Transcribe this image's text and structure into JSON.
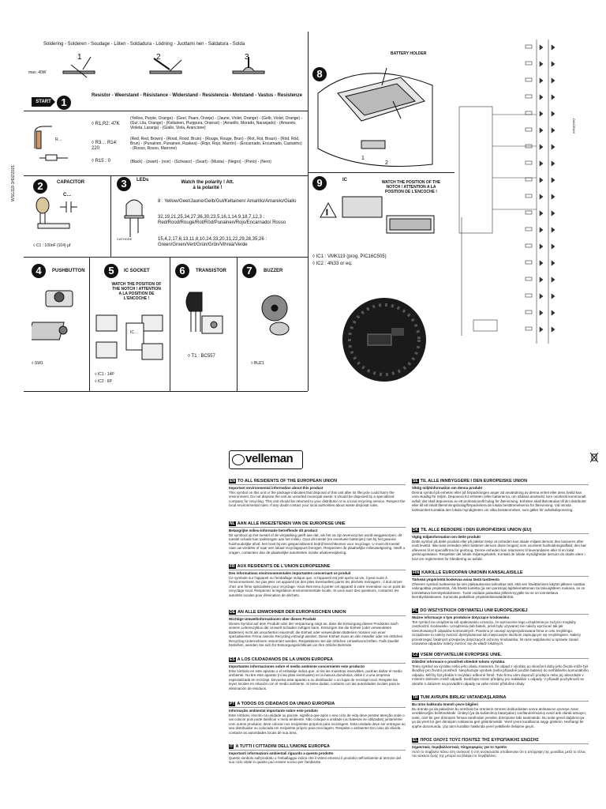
{
  "soldering": {
    "title": "Soldering - Solderen - Soudage - Löten - Soldadura - Lödning - Juottami nen - Saldatura - Solda",
    "max_label": "max. 40W",
    "steps": [
      "1",
      "2",
      "3"
    ]
  },
  "start_label": "START",
  "step1": {
    "num": "1",
    "heading": "Resistor - Weerstand - Résistance - Widerstand - Resistencia - Motstand - Vastus - Resistenze",
    "items": [
      {
        "ref": "◊ R1,R2: 47K",
        "colors": "(Yellow, Purple, Orange) - (Geel, Paars, Oranje) - (Jaune, Violet, Orange) - (Gelb, Violet, Orange) - (Gul, Lila, Orange) - (Keltainen, Purppura, Oranssi) - (Amarillo, Morado, Naranjado) - (Amarelo, Violeta, Laranja) - (Giallo, Viola, Arancione)"
      },
      {
        "ref": "◊ R3… R14: 220",
        "colors": "(Red, Red, Brown) - (Rood, Rood, Bruin) - (Rouge, Rouge, Brun) - (Rot, Rot, Braun) - (Röd, Röd, Brun) - (Punainen, Punainen, Ruskea) - (Rojo, Rojo, Marrón) - (Encarnado, Encarnado, Castanho) - (Rosso, Rosso, Marrone)"
      },
      {
        "ref": "◊ R15 : 0",
        "colors": "(Black) - (zwart) - (noir) - (Schwarz) - (Svart) - (Musta) - (Negro) - (Preto) - (Nero)"
      }
    ]
  },
  "step2": {
    "num": "2",
    "title": "CAPACITOR",
    "symbol": "C…",
    "ref": "◊ C1 : 100nF (104) µf"
  },
  "step3": {
    "num": "3",
    "title": "LEDs",
    "polarity": "Watch the polarity ! Att. à la polarité !",
    "cathode": "CATHODE",
    "group0": "8 : Yellow/Geel/Jaune/Gelb/Gul/Keltainen/ Amarillo/Amarelo/Giallo",
    "group1": "32,19,21,25,34,27,36,30,23,5,16,1,14,9,18,7,12,3 : Red/Rood/Rouge/Rot/Röd/Punainen/Rojo/Encarnado/ Rosso",
    "group2": "15,4,2,17,6,13,11,8,10,24,33,20,31,22,29,28,35,26 : Green/Groen/Vert/Grün/Grön/Vihreä/Verde"
  },
  "step4": {
    "num": "4",
    "title": "PUSHBUTTON",
    "ref": "◊ SW1"
  },
  "step5": {
    "num": "5",
    "title": "IC SOCKET",
    "note": "WATCH THE POSITION OF THE NOTCH ! ATTENTION A LA POSITION DE L'ENCOCHE !",
    "ic_label": "IC…",
    "refs": [
      "◊ IC1 : 14P",
      "◊ IC2 : 6P"
    ]
  },
  "step6": {
    "num": "6",
    "title": "TRANSISTOR",
    "ref": "◊ T1 : BC557"
  },
  "step7": {
    "num": "7",
    "title": "BUZZER",
    "ref": "◊ BUZ1"
  },
  "step8": {
    "num": "8",
    "battery_holder": "BATTERY HOLDER",
    "steps": [
      "1",
      "2"
    ]
  },
  "step9": {
    "num": "9",
    "title": "IC",
    "note": "WATCH THE POSITION OF THE NOTCH ! ATTENTION A LA POSITION DE L'ENCOCHE !",
    "refs": [
      "◊ IC1 : VMK119 (prog. PIC16C505)",
      "◊ IC2 : 4N33 or eq."
    ]
  },
  "side_code": "WSG119-1H02/2021",
  "schematic_label": "DIAGRAM",
  "brand": "velleman",
  "weee": {
    "left": [
      {
        "code": "EN",
        "title": "TO ALL RESIDENTS OF THE EUROPEAN UNION",
        "sub": "Important environmental information about this product",
        "body": "This symbol on this unit or the package indicates that disposal of this unit after its lifecycle could harm the environment. Do not dispose the unit as unsorted municipal waste; it should be disposed by a specialized company for recycling. This unit should be returned to your distributor or to a local recycling service. Respect the local environmental rules. If any doubt contact your local authorities about waste disposal rules."
      },
      {
        "code": "NL",
        "title": "AAN ALLE INGEZETENEN VAN DE EUROPESE UNIE",
        "sub": "Belangrijke milieu-informatie betreffende dit product",
        "body": "Dit symbool op het toestel of de verpakking geeft aan dat, als het na zijn levenscyclus wordt weggeworpen, dit toestel schade kan toebrengen aan het milieu. Gooi dit toestel (en eventuele batterijen) niet bij het gewone huishoudelijke afval; het moet bij een gespecialiseerd bedrijf terechtkomen voor recyclage. U moet dit toestel naar uw verdeler of naar een lokaal recyclagepunt brengen. Respecteer de plaatselijke milieuwetgeving. Heeft u vragen, contacteer dan de plaatselijke autoriteiten inzake afvalverwijdering."
      },
      {
        "code": "FR",
        "title": "AUX RÉSIDENTS DE L'UNION EUROPÉENNE",
        "sub": "Des informations environnementales importantes concernant ce produit",
        "body": "Ce symbole sur l'appareil ou l'emballage indique que, si l'appareil est jeté après sa vie, il peut nuire à l'environnement. Ne pas jeter cet appareil (et des piles éventuelles) parmi les déchets ménagers ; il doit arriver chez une firme spécialisée pour recyclage. Vous êtes tenu à porter cet appareil à votre revendeur ou un point de recyclage local. Respectez la législation environnementale locale. Si vous avez des questions, contactez les autorités locales pour élimination de déchets."
      },
      {
        "code": "DE",
        "title": "AN ALLE EINWOHNER DER EUROPÄISCHEN UNION",
        "sub": "Wichtige Umweltinformationen über dieses Produkt",
        "body": "Dieses Symbol auf dem Produkt oder der Verpackung zeigt an, dass die Entsorgung dieses Produktes nach seinem Lebenszyklus der Umwelt Schaden zufügen kann. Entsorgen Sie die Einheit (oder verwendeten Batterien) nicht als unsortiertes Hausmüll; die Einheit oder verwendeten Batterien müssen von einer spezialisierten Firma zwecks Recycling entsorgt werden. Diese Einheit muss an den Händler oder ein örtliches Recycling-Unternehmen retourniert werden. Respektieren Sie die örtlichen Umweltvorschriften. Falls Zweifel bestehen, wenden Sie sich für Entsorgungsrichtlinien an Ihre örtliche Behörde."
      },
      {
        "code": "ES",
        "title": "A LOS CIUDADANOS DE LA UNIÓN EUROPEA",
        "sub": "Importantes informaciones sobre el medio ambiente concerniente este producto",
        "body": "Este símbolo en este aparato o el embalaje indica que, si tira las muestras inservibles, podrían dañar el medio ambiente. No tire este aparato (ni las pilas eventuales) en la basura doméstica; debe ir a una empresa especializada en reciclaje. Devuelva este aparato a su distribuidor o un lugar de reciclaje local. Respete las leyes locales en relación con el medio ambiente. Si tiene dudas, contacte con las autoridades locales para la eliminación de residuos."
      },
      {
        "code": "PT",
        "title": "A TODOS OS CIDADÃOS DA UNIÃO EUROPEIA",
        "sub": "Informação ambiental importante sobre este produto",
        "body": "Este símbolo, inscrito na unidade ou pacote, significa que após o seu ciclo de vida deve prestar atenção onde o vai colocar pois pode danificar o meio ambiente. Não coloque a unidade (ou baterias se utilizadas) juntamente com outros produtos; deve colocar nos recipientes próprios para reciclagem. Esta unidade deve ser entregue ao seu distribuidor ou colocada em recipiente próprio para reciclagem. Respeite o ambiente! Em caso de dúvida contacte as autoridades locais de sua área."
      },
      {
        "code": "IT",
        "title": "A TUTTI I CITTADINI DELL'UNIONE EUROPEA",
        "sub": "Importanti informazioni ambientali riguardo a questo prodotto",
        "body": "Questo simbolo sull'prodotto o l'imballaggio indica che il veleni emesso il prodotto nell'ambiente al termine del suo ciclo vitale in quanto può essere nocivo per l'ambiente."
      }
    ],
    "right": [
      {
        "code": "SE",
        "title": "TIL ALLE INNBYGGERE I DEN EUROPEISKE UNION",
        "sub": "Viktig miljöinformation om denna produkt",
        "body": "Denna symbol på enheten eller på förpackningen anger att användning av denna enhet eller dess livslid kan vara skadlig för miljön. Deponera EJ enheten (eller batterierna, om sådana används) som osorterat kommunalt avfall; det skall deponeras av ett professionellt bolag för återvinning. Enheten skall återvändas till din distributör eller till ett lokalt återvinningsbolag/förpacketera de lokala bestämmelserna för återvinning. Vid minsta tveksamhet kontakta den lokala myndigheten om vilka bestämmelser, som gäller för avfallsdeponering."
      },
      {
        "code": "DK",
        "title": "TIL ALLE BEBOERE I DEN EUROPÆISKE UNION (EU)",
        "sub": "Vigtig miljøinformation om dette produkt",
        "body": "Dette symbol på dette produkt eller på pakken betyr at enheden kan skade miljøet dersom den kasseres efter endt levetid. Ikke kast enheden (eller batterier dersom disse bruges) som usorteret husholdningsaffald; den bør afleveres til et specialfirma for genbrug. Denne enheden kan returneres til leverandøren eller til en lokal genbrugsstation. Respekter det lokale miljøregelværk. Kontakt de lokale myndigheder dersom du skulle være i tvivl om reglementet for håndtering av avfald."
      },
      {
        "code": "FIN",
        "title": "KAIKILLE EUROOPAN UNIONIN KANSALAISILLE",
        "sub": "Tärkeää ympäristöä koskevaa asiaa tästä tuotteesta",
        "body": "Oheinen symboli tuotteessa tai sen pakkauksessa tarkoittaa sitä, että sen hävittäminen käytön jälkeen saattaa vahingoittaa ympäristöä. Älä hävitä tuotetta (ja sen paristoja) lajittelemattoman tai talousjätteen mukana, se on toimitettava kierrätyslaitokseen. Tuote voidaan palauttaa jälleenmyyjälle tai se on toimitettava kierrätyslaitokseen. Kunnioita paikallisia ympäristölainsäädäntöä."
      },
      {
        "code": "PL",
        "title": "DO WSZYSTKICH OBYWATELI UNII EUROPEJSKIEJ",
        "sub": "Ważne informacje o tym produkcie dotyczące środowiska",
        "body": "Ten symbol na urządzeniu lub opakowaniu oznacza, że wyrzucenie tego urządzenia po zużyciu mogłoby zaszkodzić środowisku. Urządzenia (lub baterii, jeżeli były używane) nie należy wyrzucać tak jak niesortowanych odpadów komunalnych. Powinno je usunąć wyspecjalizowana firma w celu recyklingu. Urządzenie to należy zwrócić dystrybutorowi lub miejscowym służbom zajmującym się recyklingiem. Należy przestrzegać lokalnych przepisów dotyczących ochrony środowiska. W razie wątpliwości w sprawie zasad usuwania odpadów należy zwrócić się do władz lokalnych."
      },
      {
        "code": "CZ",
        "title": "VŠEM OBYVATELŮM EVROPSKÉ UNIE.",
        "sub": "Důležité informace o prostředí ohledně tohoto výrobku.",
        "body": "Tento symbol na výrobku nebo jeho obalu znamená, že odpad z výrobku po skončení doby jeho života může být škodlivý pro životní prostředí. Nevyhazujte výrobek (nebo případné použité baterie) do netříděného komunálního odpadu. Měl by být předán k recyklaci odborné firmě. Tuto firmu vám doporučí prodejce nebo jej odevzdejte v místním sběrném místě odpadů. Dodržujte místní předpisy pro nakládání s odpady. V případě pochybností se obraťte s dotazem na provádění odpady na vaše místní příslušné úřady."
      },
      {
        "code": "TR",
        "title": "TÜM AVRUPA BİRLİĞİ VATANDAŞLARINA",
        "sub": "Bu ürün hakkında önemli çevre bilgileri",
        "body": "Bu üründe ya da pakedinin bu sembolü bu ürünlerin ömrünü doldurduktan sonra atılmasının çevreye zarar verebileceğini belirtmektedir. Üniteyi (ya da kullanılmış bataryaları) sınıflandırılmamış evsel atık olarak atmayın; ünite, özel bir geri dönüşüm firması tarafından yeniden dönüşüme tabi tutulmalıdır. Bu ünite genel dağıtımcıya ya da yerel bir geri dönüşüm noktasına geri götürülmelidir. Yerel çevre kurallarına saygı gösterin. Herhangi bir şüphe durumunda, çöp atım kuralları hakkında yerel yetkililerle iletişime geçin."
      },
      {
        "code": "EL",
        "title": "ΠΡΟΣ ΟΛΟΥΣ ΤΟΥΣ ΠΟΛΙΤΕΣ ΤΗΣ ΕΥΡΩΠΑΪΚΗΣ ΕΝΩΣΗΣ",
        "sub": "Σημαντικές περιβαλλοντικές πληροφορίες για το προϊόν",
        "body": "Αυτό το σύμβολο πάνω στη συσκευή ή στη συσκευασία υποδεικνύει ότι η απόρριψη της μονάδας μετά το τέλος του κύκλου ζωής της μπορεί να βλάψει το περιβάλλον."
      }
    ]
  }
}
